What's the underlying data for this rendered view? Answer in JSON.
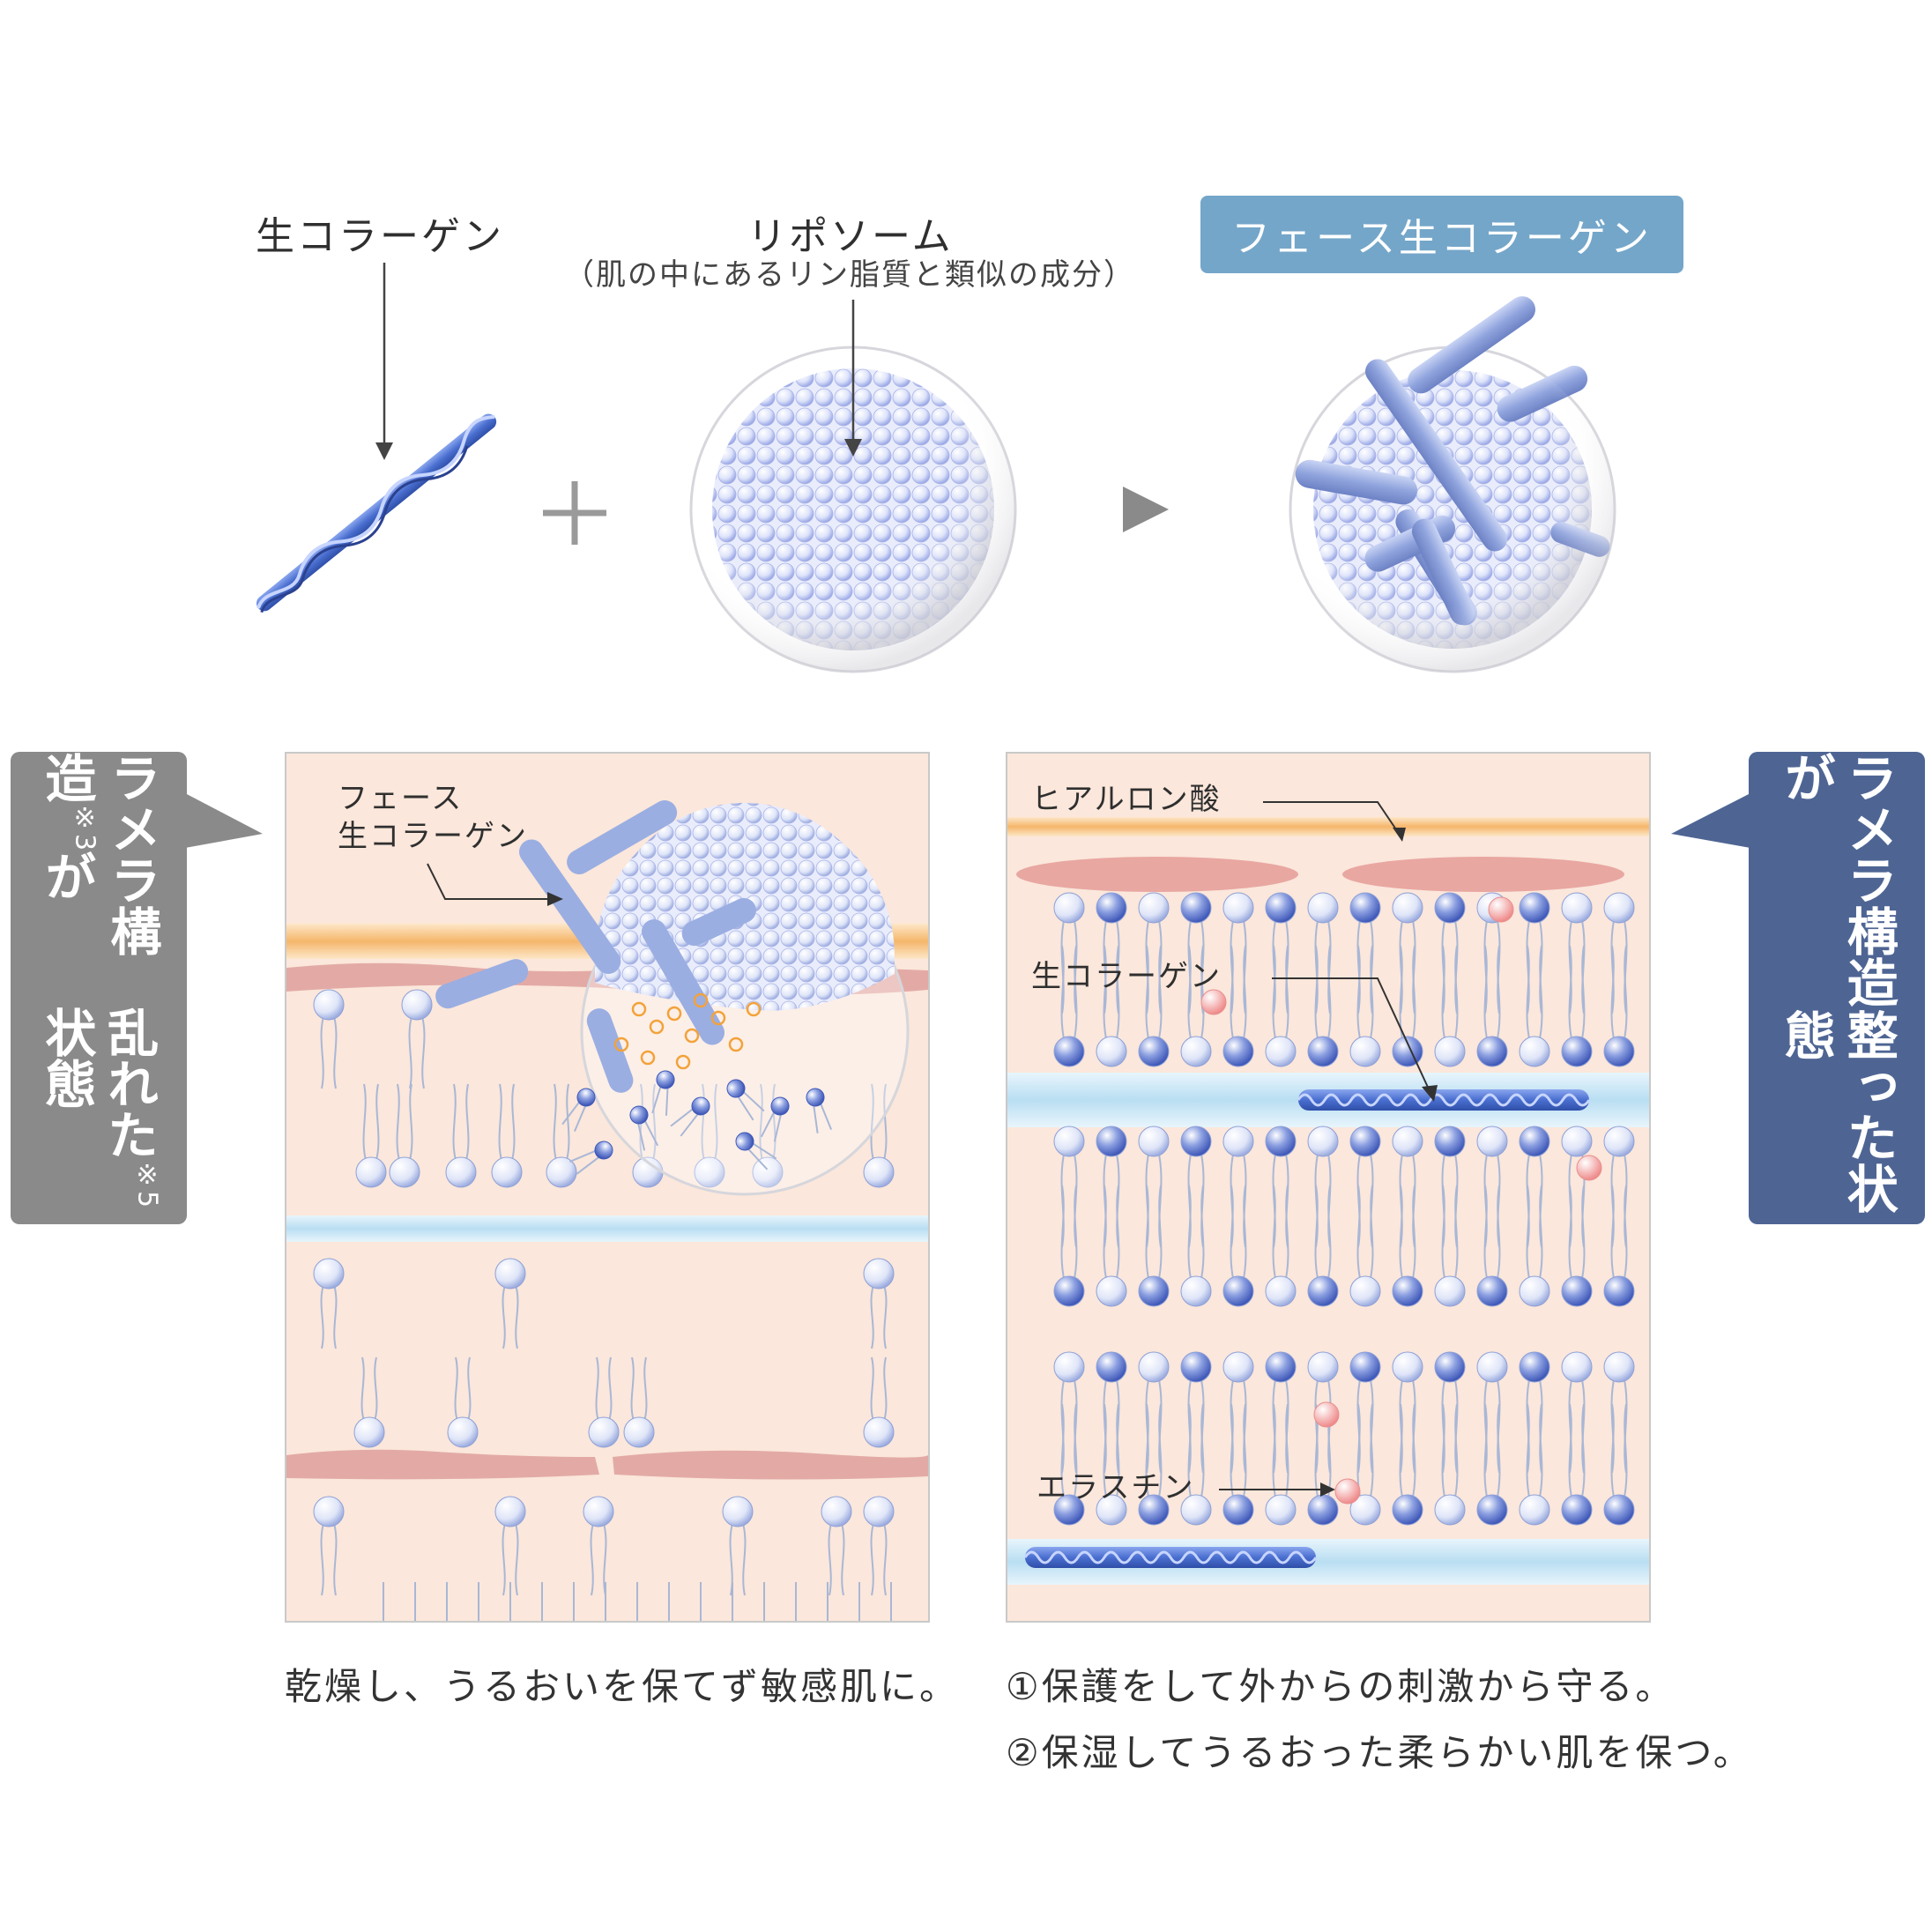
{
  "top": {
    "collagen_label": "生コラーゲン",
    "liposome_label": "リポソーム",
    "liposome_sub": "（肌の中にあるリン脂質と類似の成分）",
    "result_badge": "フェース生コラーゲン",
    "plus_symbol": "+",
    "arrow_symbol": "▶"
  },
  "left": {
    "side_title_line1": "ラメラ構造",
    "side_note1": "※3",
    "side_title_line1b": "が",
    "side_title_line2": "乱れた",
    "side_note2": "※5",
    "side_title_line2b": "状態",
    "panel_label_line1": "フェース",
    "panel_label_line2": "生コラーゲン",
    "caption": "乾燥し、うるおいを保てず敏感肌に。"
  },
  "right": {
    "side_title_line1": "ラメラ構造が",
    "side_title_line2": "整った状態",
    "label_hyaluronic": "ヒアルロン酸",
    "label_collagen": "生コラーゲン",
    "label_elastin": "エラスチン",
    "caption1": "①保護をして外からの刺激から守る。",
    "caption2": "②保湿してうるおった柔らかい肌を保つ。"
  },
  "colors": {
    "badge_blue": "#74a6c9",
    "gray_box": "#8a8a8a",
    "navy_box": "#4e6594",
    "panel_bg": "#fbe7db",
    "collagen_blue": "#5b7fd6",
    "lipid_pink": "#e8a9a4",
    "water_blue": "#cfe8f6"
  }
}
